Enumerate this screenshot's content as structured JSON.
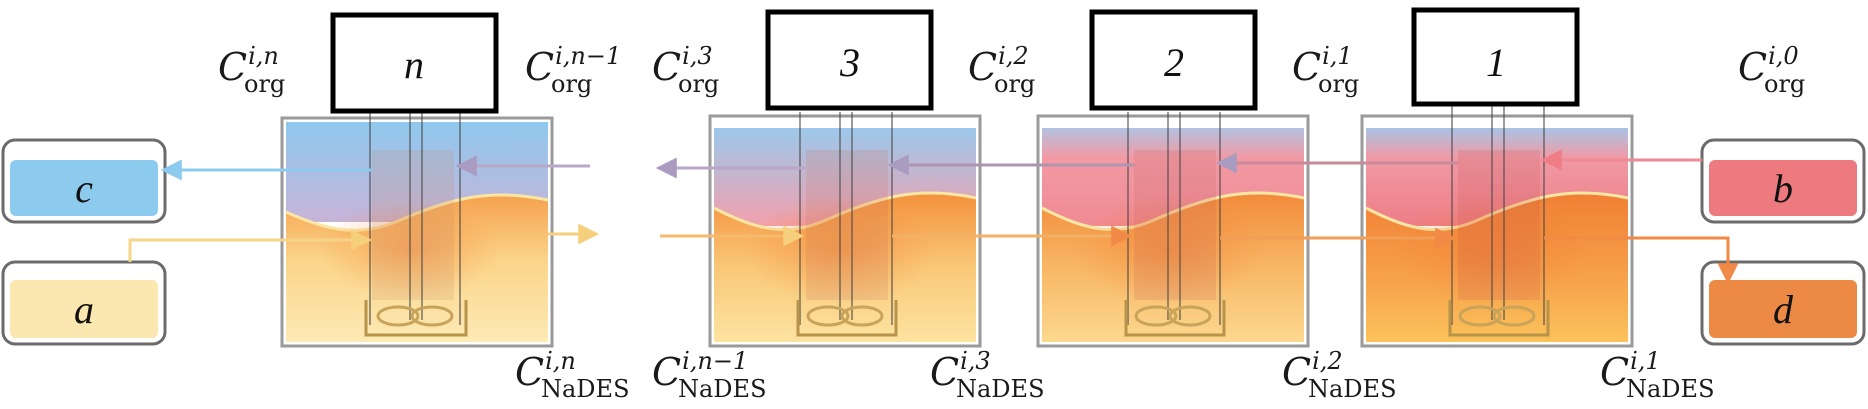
{
  "stages": [
    {
      "label": "n"
    },
    {
      "label": "3"
    },
    {
      "label": "2"
    },
    {
      "label": "1"
    }
  ],
  "reservoirs": {
    "c": {
      "label": "c",
      "color": "#8ccbee"
    },
    "a": {
      "label": "a",
      "color": "#fbe8b0"
    },
    "b": {
      "label": "b",
      "color": "#ec7a7f"
    },
    "d": {
      "label": "d",
      "color": "#ec8a45"
    }
  },
  "org_labels": [
    {
      "base": "C",
      "sup": "i,n",
      "sub": "org"
    },
    {
      "base": "C",
      "sup": "i,n−1",
      "sub": "org"
    },
    {
      "base": "C",
      "sup": "i,3",
      "sub": "org"
    },
    {
      "base": "C",
      "sup": "i,2",
      "sub": "org"
    },
    {
      "base": "C",
      "sup": "i,1",
      "sub": "org"
    },
    {
      "base": "C",
      "sup": "i,0",
      "sub": "org"
    }
  ],
  "nades_labels": [
    {
      "base": "C",
      "sup": "i,n",
      "sub": "NaDES"
    },
    {
      "base": "C",
      "sup": "i,n−1",
      "sub": "NaDES"
    },
    {
      "base": "C",
      "sup": "i,3",
      "sub": "NaDES"
    },
    {
      "base": "C",
      "sup": "i,2",
      "sub": "NaDES"
    },
    {
      "base": "C",
      "sup": "i,1",
      "sub": "NaDES"
    }
  ],
  "colors": {
    "organic_light": "#93c9ee",
    "organic_rich": "#f08a93",
    "nades_light": "#fde8a8",
    "nades_rich": "#f3893c",
    "flow_org": "#b9a7c8",
    "flow_nades": "#f4c27a",
    "frame": "#8a8a8a"
  }
}
